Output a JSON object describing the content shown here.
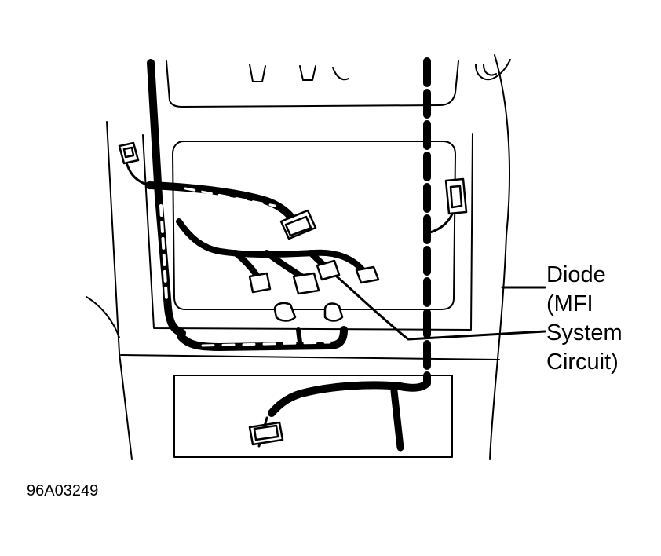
{
  "diagram": {
    "callout_lines": [
      "Diode",
      "(MFI",
      "System",
      "Circuit)"
    ],
    "figure_id": "96A03249",
    "colors": {
      "ink": "#000000",
      "paper": "#ffffff"
    }
  }
}
